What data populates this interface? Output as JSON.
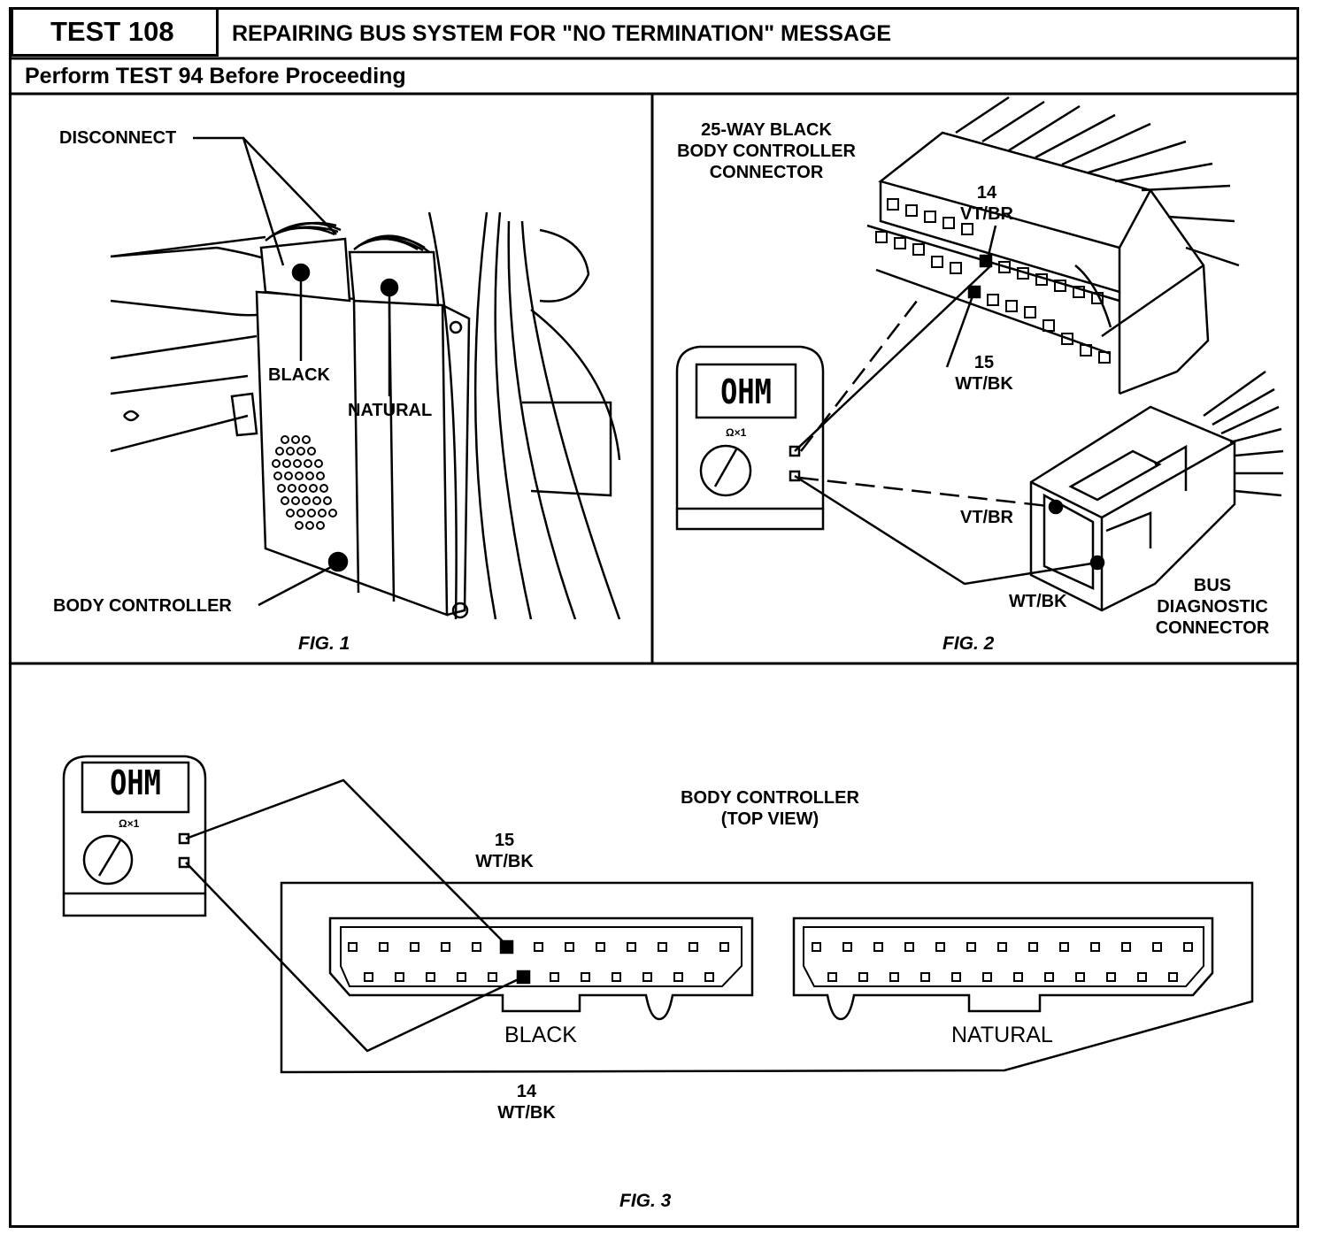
{
  "header": {
    "test_label": "TEST 108",
    "title": "REPAIRING BUS SYSTEM FOR \"NO TERMINATION\" MESSAGE",
    "subtitle": "Perform TEST 94 Before Proceeding"
  },
  "fig1": {
    "caption": "FIG. 1",
    "disconnect": "DISCONNECT",
    "black": "BLACK",
    "natural": "NATURAL",
    "body_controller": "BODY CONTROLLER"
  },
  "fig2": {
    "caption": "FIG. 2",
    "connector_line1": "25-WAY BLACK",
    "connector_line2": "BODY CONTROLLER",
    "connector_line3": "CONNECTOR",
    "pin14_num": "14",
    "pin14_color": "VT/BR",
    "pin15_num": "15",
    "pin15_color": "WT/BK",
    "meter_display": "OHM",
    "meter_range": "Ω×1",
    "diag_vtbr": "VT/BR",
    "diag_wtbk": "WT/BK",
    "bus_line1": "BUS",
    "bus_line2": "DIAGNOSTIC",
    "bus_line3": "CONNECTOR"
  },
  "fig3": {
    "caption": "FIG. 3",
    "title_line1": "BODY CONTROLLER",
    "title_line2": "(TOP VIEW)",
    "pin15_num": "15",
    "pin15_color": "WT/BK",
    "pin14_num": "14",
    "pin14_color": "WT/BK",
    "meter_display": "OHM",
    "meter_range": "Ω×1",
    "black": "BLACK",
    "natural": "NATURAL"
  }
}
